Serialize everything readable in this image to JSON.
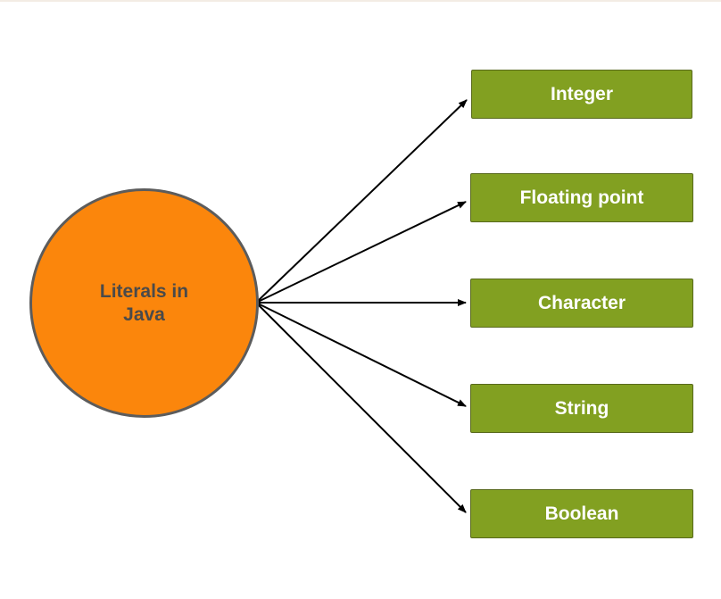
{
  "center": {
    "label": "Literals in Java"
  },
  "types": [
    {
      "label": "Integer"
    },
    {
      "label": "Floating point"
    },
    {
      "label": "Character"
    },
    {
      "label": "String"
    },
    {
      "label": "Boolean"
    }
  ],
  "colors": {
    "center_fill": "#fb860c",
    "center_border": "#5c5c5c",
    "center_text": "#4a4a4a",
    "box_fill": "#82a021",
    "box_border": "#58691c",
    "box_text": "#ffffff",
    "arrow": "#000000"
  }
}
